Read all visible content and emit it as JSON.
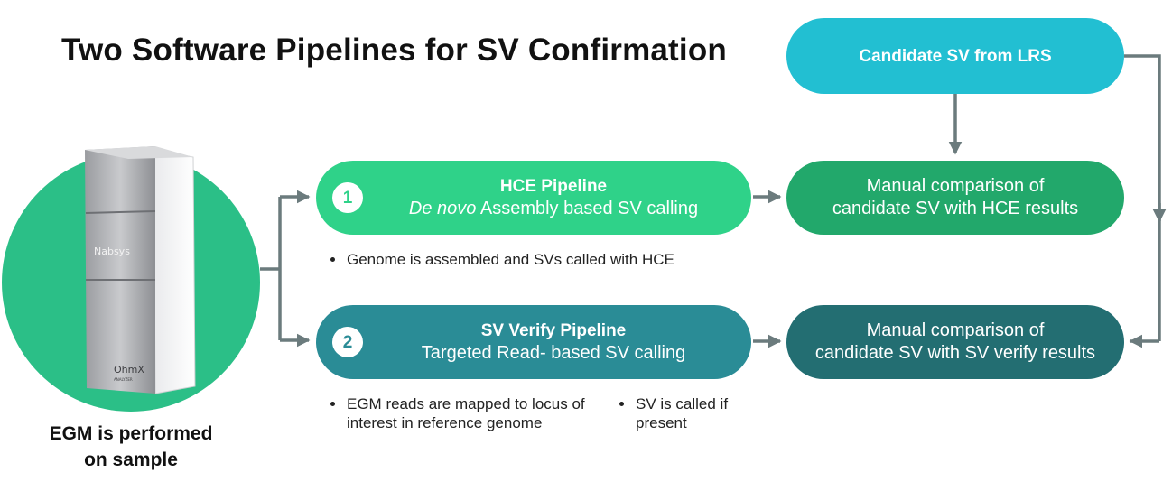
{
  "title": "Two Software Pipelines for SV Confirmation",
  "candidate": {
    "label": "Candidate SV from LRS"
  },
  "pipeline1": {
    "number": "1",
    "title": "HCE Pipeline",
    "subtitle_italic": "De novo",
    "subtitle_rest": " Assembly based SV calling",
    "bullet": "Genome is assembled and SVs called with HCE"
  },
  "pipeline2": {
    "number": "2",
    "title": "SV Verify Pipeline",
    "subtitle": "Targeted Read- based SV calling",
    "bullet_a": "EGM reads are mapped to locus of interest in reference genome",
    "bullet_b": "SV is called if present"
  },
  "manual_hce": {
    "line1": "Manual comparison of",
    "line2": "candidate SV with HCE results"
  },
  "manual_sv": {
    "line1": "Manual comparison of",
    "line2": "candidate SV with SV verify results"
  },
  "instrument": {
    "brand": "Nabsys",
    "model": "OhmX",
    "model_sub": "ANALYZER"
  },
  "caption": {
    "line1": "EGM is performed",
    "line2": "on sample"
  },
  "colors": {
    "candidate": "#22bfd2",
    "hce_pipeline": "#2fd289",
    "sv_pipeline": "#2a8c96",
    "manual_hce": "#22a86b",
    "manual_sv": "#236e72",
    "arrow": "#6b7b7d",
    "instrument_bg": "#2bbf87"
  }
}
